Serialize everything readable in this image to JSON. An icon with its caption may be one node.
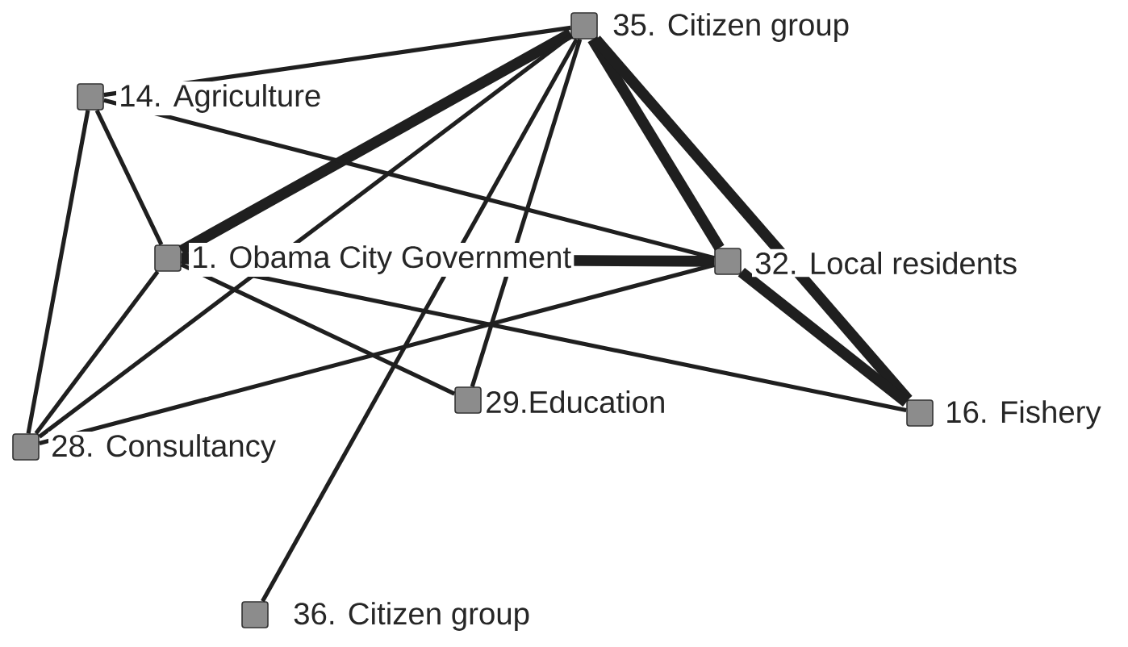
{
  "diagram": {
    "nodes": [
      {
        "text": [
          "35. Citizen group"
        ]
      },
      {
        "text": [
          "14. Agriculture"
        ]
      },
      {
        "text": [
          "1. Obama City Government"
        ]
      },
      {
        "text": [
          "32. Local residents"
        ]
      },
      {
        "text": [
          "29.Education"
        ]
      },
      {
        "text": [
          "16. Fishery"
        ]
      },
      {
        "text": [
          "28. Consultancy"
        ]
      },
      {
        "text": [
          "36. Citizen group"
        ]
      }
    ],
    "edges": [
      {
        "from": 0,
        "to": 1,
        "arrow": "none"
      },
      {
        "from": 0,
        "to": 2,
        "arrow": "none",
        "style": "thick"
      },
      {
        "from": 0,
        "to": 6,
        "arrow": "none"
      },
      {
        "from": 0,
        "to": 4,
        "arrow": "none"
      },
      {
        "from": 0,
        "to": 7,
        "arrow": "none"
      },
      {
        "from": 0,
        "to": 3,
        "arrow": "none",
        "style": "thick"
      },
      {
        "from": 0,
        "to": 5,
        "arrow": "none",
        "style": "thick"
      },
      {
        "from": 1,
        "to": 2,
        "arrow": "none"
      },
      {
        "from": 1,
        "to": 6,
        "arrow": "none"
      },
      {
        "from": 1,
        "to": 3,
        "arrow": "none"
      },
      {
        "from": 2,
        "to": 6,
        "arrow": "none"
      },
      {
        "from": 2,
        "to": 4,
        "arrow": "none"
      },
      {
        "from": 2,
        "to": 5,
        "arrow": "none"
      },
      {
        "from": 2,
        "to": 3,
        "arrow": "none",
        "style": "thick"
      },
      {
        "from": 6,
        "to": 3,
        "arrow": "none"
      },
      {
        "from": 3,
        "to": 5,
        "arrow": "none",
        "style": "thick"
      }
    ]
  }
}
